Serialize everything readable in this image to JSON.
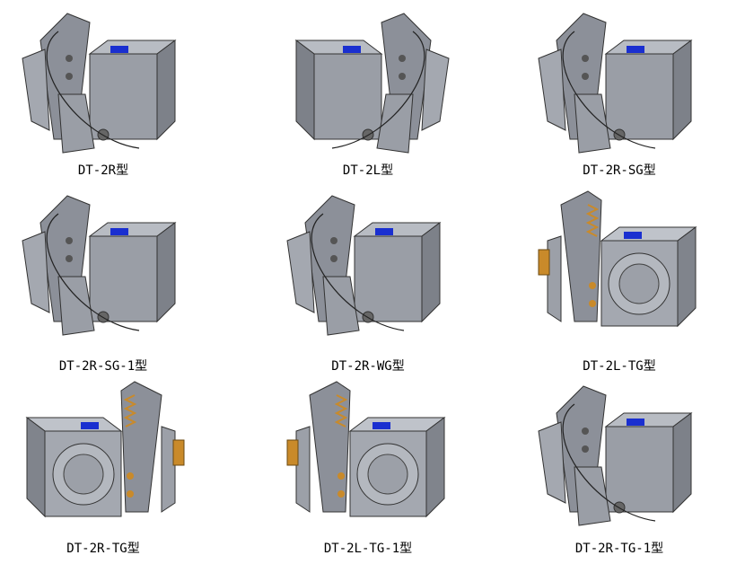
{
  "models": [
    {
      "label": "DT-2R型",
      "variant": "R"
    },
    {
      "label": "DT-2L型",
      "variant": "L"
    },
    {
      "label": "DT-2R-SG型",
      "variant": "R"
    },
    {
      "label": "DT-2R-SG-1型",
      "variant": "R"
    },
    {
      "label": "DT-2R-WG型",
      "variant": "R"
    },
    {
      "label": "DT-2L-TG型",
      "variant": "TG"
    },
    {
      "label": "DT-2R-TG型",
      "variant": "TG"
    },
    {
      "label": "DT-2L-TG-1型",
      "variant": "TG"
    },
    {
      "label": "DT-2R-TG-1型",
      "variant": "R"
    }
  ],
  "colors": {
    "body": "#8c9099",
    "dark": "#4a4d55",
    "accent": "#1a2fd0",
    "brass": "#c98a2a"
  }
}
